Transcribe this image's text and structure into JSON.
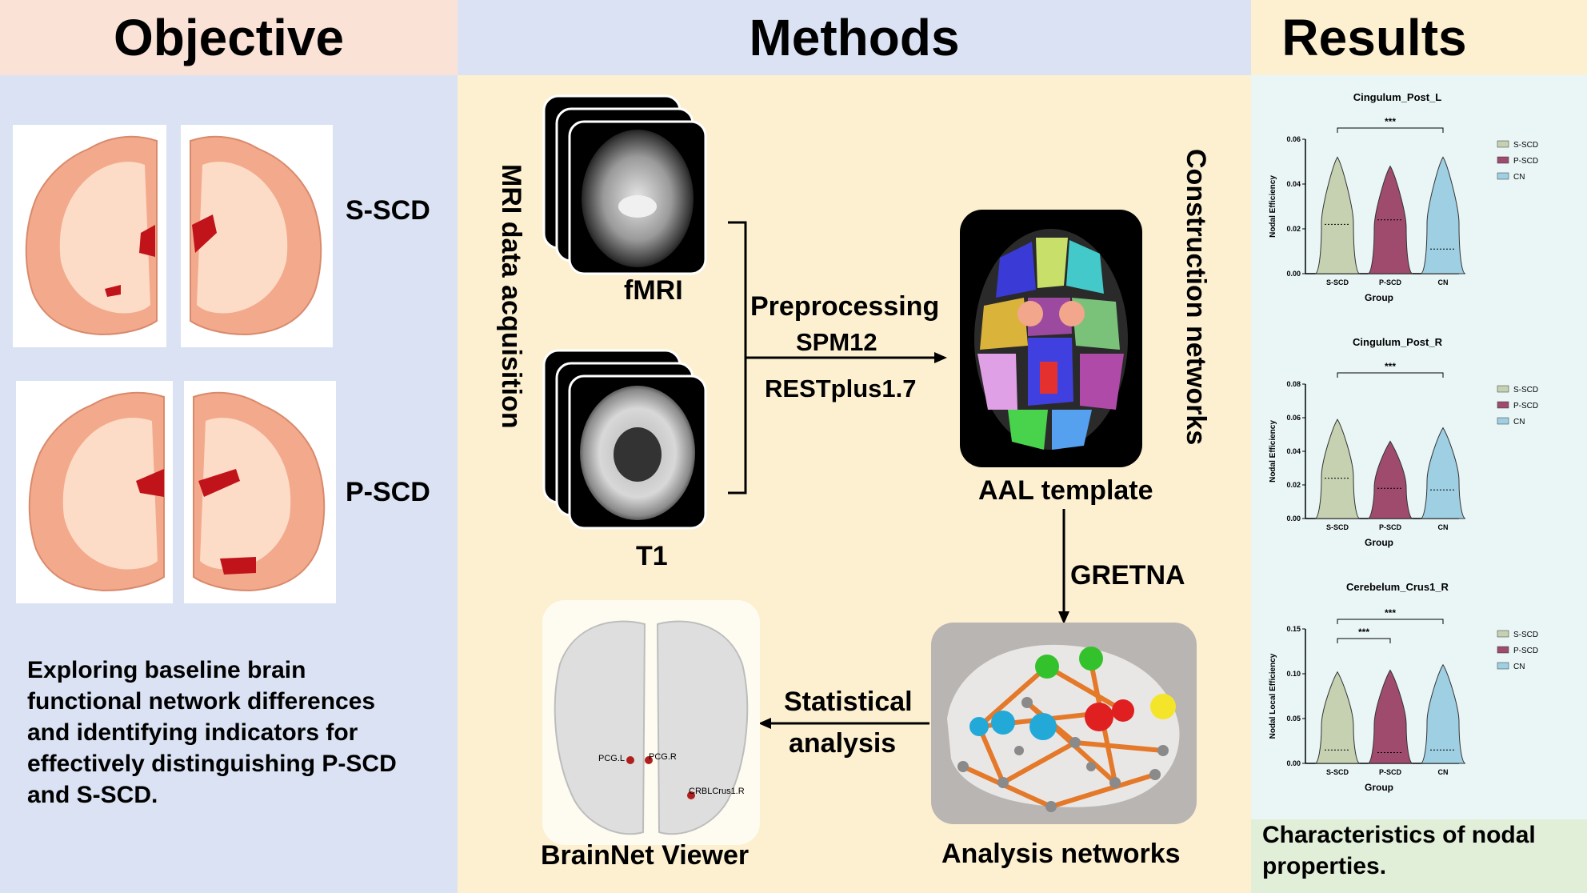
{
  "headers": {
    "objective": "Objective",
    "methods": "Methods",
    "results": "Results"
  },
  "objective": {
    "group1": "S-SCD",
    "group2": "P-SCD",
    "description": "Exploring baseline brain functional network differences and identifying indicators for effectively distinguishing P-SCD and S-SCD."
  },
  "methods": {
    "mri_label": "MRI data acquisition",
    "fmri": "fMRI",
    "t1": "T1",
    "preprocessing": "Preprocessing",
    "spm": "SPM12",
    "restplus": "RESTplus1.7",
    "construction": "Construction networks",
    "aal": "AAL  template",
    "gretna": "GRETNA",
    "statistical1": "Statistical",
    "statistical2": "analysis",
    "analysis_networks": "Analysis networks",
    "brainnet": "BrainNet Viewer",
    "node_labels": [
      "PCG.L",
      "PCG.R",
      "CRBLCrus1.R"
    ]
  },
  "results": {
    "conclusion": "Characteristics of nodal properties."
  },
  "chart_data": [
    {
      "type": "violin",
      "title": "Cingulum_Post_L",
      "ylabel": "Nodal Efficiency",
      "xlabel": "Group",
      "categories": [
        "S-SCD",
        "P-SCD",
        "CN"
      ],
      "ylim": [
        0,
        0.06
      ],
      "yticks": [
        "0.00",
        "0.02",
        "0.04",
        "0.06"
      ],
      "medians": [
        0.022,
        0.024,
        0.011
      ],
      "max": [
        0.052,
        0.048,
        0.052
      ],
      "significance": [
        {
          "from": "S-SCD",
          "to": "CN",
          "label": "***"
        }
      ],
      "legend": [
        "S-SCD",
        "P-SCD",
        "CN"
      ]
    },
    {
      "type": "violin",
      "title": "Cingulum_Post_R",
      "ylabel": "Nodal Efficiency",
      "xlabel": "Group",
      "categories": [
        "S-SCD",
        "P-SCD",
        "CN"
      ],
      "ylim": [
        0,
        0.08
      ],
      "yticks": [
        "0.00",
        "0.02",
        "0.04",
        "0.06",
        "0.08"
      ],
      "medians": [
        0.024,
        0.018,
        0.017
      ],
      "max": [
        0.059,
        0.046,
        0.054
      ],
      "significance": [
        {
          "from": "S-SCD",
          "to": "CN",
          "label": "***"
        }
      ],
      "legend": [
        "S-SCD",
        "P-SCD",
        "CN"
      ]
    },
    {
      "type": "violin",
      "title": "Cerebelum_Crus1_R",
      "ylabel": "Nodal Local Efficiency",
      "xlabel": "Group",
      "categories": [
        "S-SCD",
        "P-SCD",
        "CN"
      ],
      "ylim": [
        0,
        0.15
      ],
      "yticks": [
        "0.00",
        "0.05",
        "0.10",
        "0.15"
      ],
      "medians": [
        0.015,
        0.012,
        0.015
      ],
      "max": [
        0.102,
        0.104,
        0.11
      ],
      "significance": [
        {
          "from": "S-SCD",
          "to": "P-SCD",
          "label": "***"
        },
        {
          "from": "S-SCD",
          "to": "CN",
          "label": "***"
        }
      ],
      "legend": [
        "S-SCD",
        "P-SCD",
        "CN"
      ]
    }
  ],
  "colors": {
    "objective_header": "#fae3d6",
    "objective_body": "#dae2f3",
    "methods_header": "#dae2f3",
    "methods_body": "#fdf0d0",
    "results_header": "#fdf0d0",
    "results_body": "#eaf6f6",
    "conclusion_bg": "#e1eed8",
    "s_scd": "#c6d1b1",
    "p_scd": "#9e4b6e",
    "cn": "#9fcfe3"
  }
}
